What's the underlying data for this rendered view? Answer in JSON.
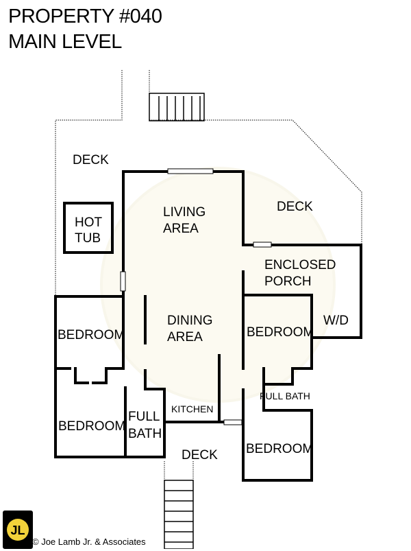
{
  "header": {
    "title_line1": "PROPERTY #040",
    "title_line2": "MAIN LEVEL"
  },
  "rooms": {
    "deck_nw": "DECK",
    "deck_ne": "DECK",
    "deck_south": "DECK",
    "hot_tub_line1": "HOT",
    "hot_tub_line2": "TUB",
    "living_line1": "LIVING",
    "living_line2": "AREA",
    "dining_line1": "DINING",
    "dining_line2": "AREA",
    "enclosed_porch_line1": "ENCLOSED",
    "enclosed_porch_line2": "PORCH",
    "washer_dryer": "W/D",
    "bedroom_nw": "BEDROOM",
    "bedroom_sw": "BEDROOM",
    "bedroom_e": "BEDROOM",
    "bedroom_se": "BEDROOM",
    "full_bath_w_line1": "FULL",
    "full_bath_w_line2": "BATH",
    "full_bath_e": "FULL BATH",
    "kitchen": "KITCHEN"
  },
  "logo": {
    "text": "JL",
    "colors": {
      "outer": "#000000",
      "inner": "#f2d23a"
    }
  },
  "footer": {
    "copyright": "© Joe Lamb Jr. & Associates"
  }
}
